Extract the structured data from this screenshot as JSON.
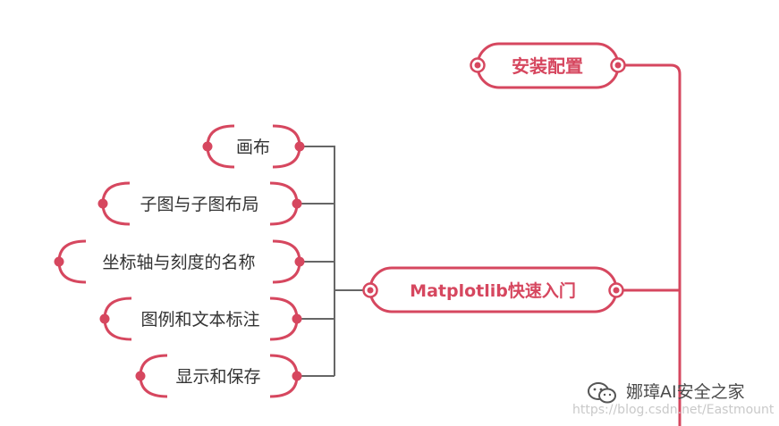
{
  "colors": {
    "accent": "#d6475f",
    "connector_gray": "#666666",
    "node_text": "#333333"
  },
  "mindmap": {
    "main_nodes": [
      {
        "label": "安装配置"
      },
      {
        "label": "Matplotlib快速入门"
      }
    ],
    "sub_nodes": [
      {
        "label": "画布"
      },
      {
        "label": "子图与子图布局"
      },
      {
        "label": "坐标轴与刻度的名称"
      },
      {
        "label": "图例和文本标注"
      },
      {
        "label": "显示和保存"
      }
    ]
  },
  "watermark": {
    "title": "娜璋AI安全之家",
    "url": "https://blog.csdn.net/Eastmount",
    "icon": "wechat-icon"
  }
}
